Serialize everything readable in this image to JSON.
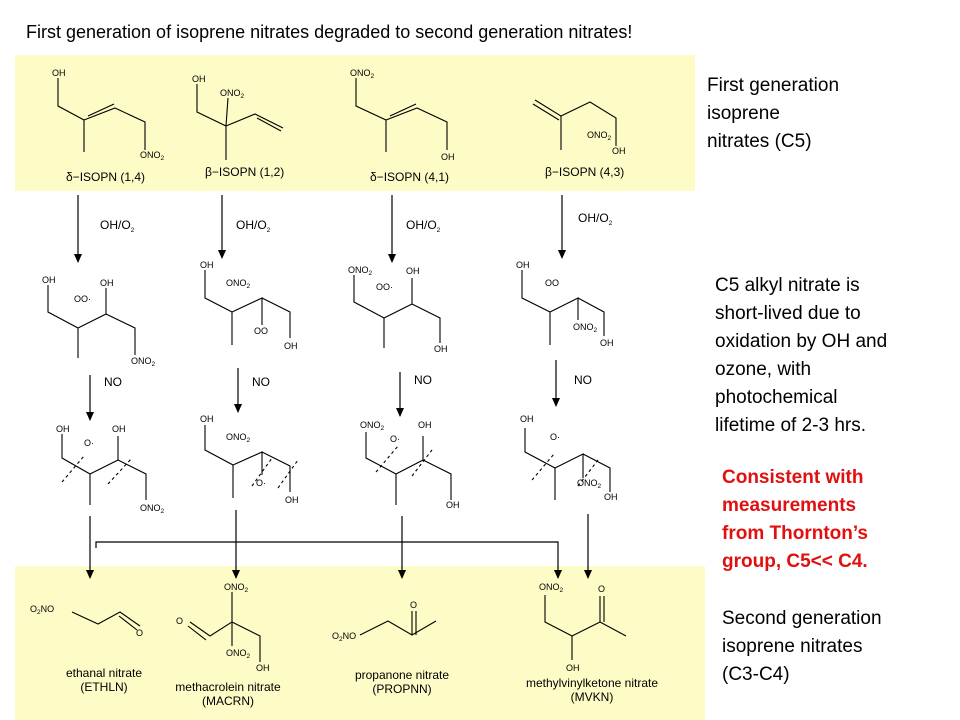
{
  "title": "First generation of isoprene nitrates degraded to second generation nitrates!",
  "notes": {
    "first_generation": [
      "First generation",
      "isoprene",
      "nitrates (C5)"
    ],
    "c5_lifetime": [
      "C5 alkyl nitrate is",
      "short-lived due to",
      "oxidation by OH and",
      "ozone, with",
      "photochemical",
      "lifetime of 2-3 hrs."
    ],
    "consistent": [
      "Consistent with",
      "measurements",
      "from Thornton’s",
      "group, C5<< C4."
    ],
    "second_generation": [
      "Second generation",
      "isoprene nitrates",
      "(C3-C4)"
    ],
    "consistent_color": "#e01010"
  },
  "reagents": {
    "oxidation": "OH/O",
    "oxidation_sub": "2",
    "reduction": "NO"
  },
  "first_gen": [
    {
      "name": "δ−ISOPN (1,4)"
    },
    {
      "name": "β−ISOPN (1,2)"
    },
    {
      "name": "δ−ISOPN (4,1)"
    },
    {
      "name": "β−ISOPN (4,3)"
    }
  ],
  "second_gen": [
    {
      "name": "ethanal nitrate",
      "abbr": "(ETHLN)"
    },
    {
      "name": "methacrolein nitrate",
      "abbr": "(MACRN)"
    },
    {
      "name": "propanone nitrate",
      "abbr": "(PROPNN)"
    },
    {
      "name": "methylvinylketone nitrate",
      "abbr": "(MVKN)"
    }
  ],
  "groups": {
    "oh": "OH",
    "ono2": "ONO",
    "ono2_sub": "2",
    "o2no": "O",
    "o2no_sub": "2",
    "o2no_tail": "NO",
    "oo_radical": "OO·",
    "o_radical": "O·",
    "oo": "OO",
    "o": "O"
  },
  "colors": {
    "panel": "#fdfbc6",
    "line": "#000000"
  }
}
